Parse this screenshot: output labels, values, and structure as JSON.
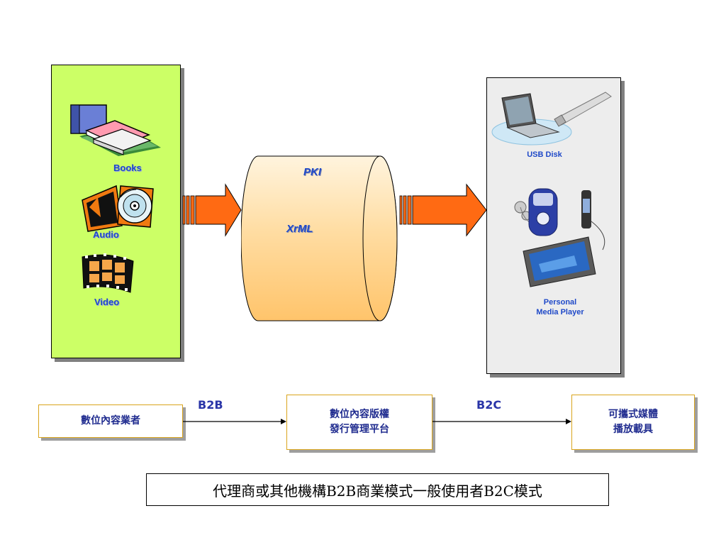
{
  "left_panel": {
    "items": [
      {
        "label": "Books",
        "icon": "books-icon"
      },
      {
        "label": "Audio",
        "icon": "cd-audio-icon"
      },
      {
        "label": "Video",
        "icon": "film-reel-icon"
      }
    ],
    "background": "#ccff66"
  },
  "center": {
    "line1": "PKI",
    "line2": "XrML",
    "fill_top": "#fff3dc",
    "fill_bottom": "#ffc875"
  },
  "right_panel": {
    "devices": [
      {
        "label": "USB Disk",
        "icon": "laptop-usb-icon"
      },
      {
        "label_line1": "Personal",
        "label_line2": "Media Player",
        "icon": "media-player-icon"
      }
    ],
    "background": "#ededed"
  },
  "flow": {
    "box1": {
      "text": "數位內容業者"
    },
    "tag1": "B2B",
    "box2": {
      "line1": "數位內容版權",
      "line2": "發行管理平台"
    },
    "tag2": "B2C",
    "box3": {
      "line1": "可攜式媒體",
      "line2": "播放載具"
    }
  },
  "caption": "代理商或其他機構B2B商業模式一般使用者B2C模式",
  "colors": {
    "arrow": "#ff6a13",
    "label_blue": "#1f49c8",
    "box_border": "#d9a41c"
  }
}
